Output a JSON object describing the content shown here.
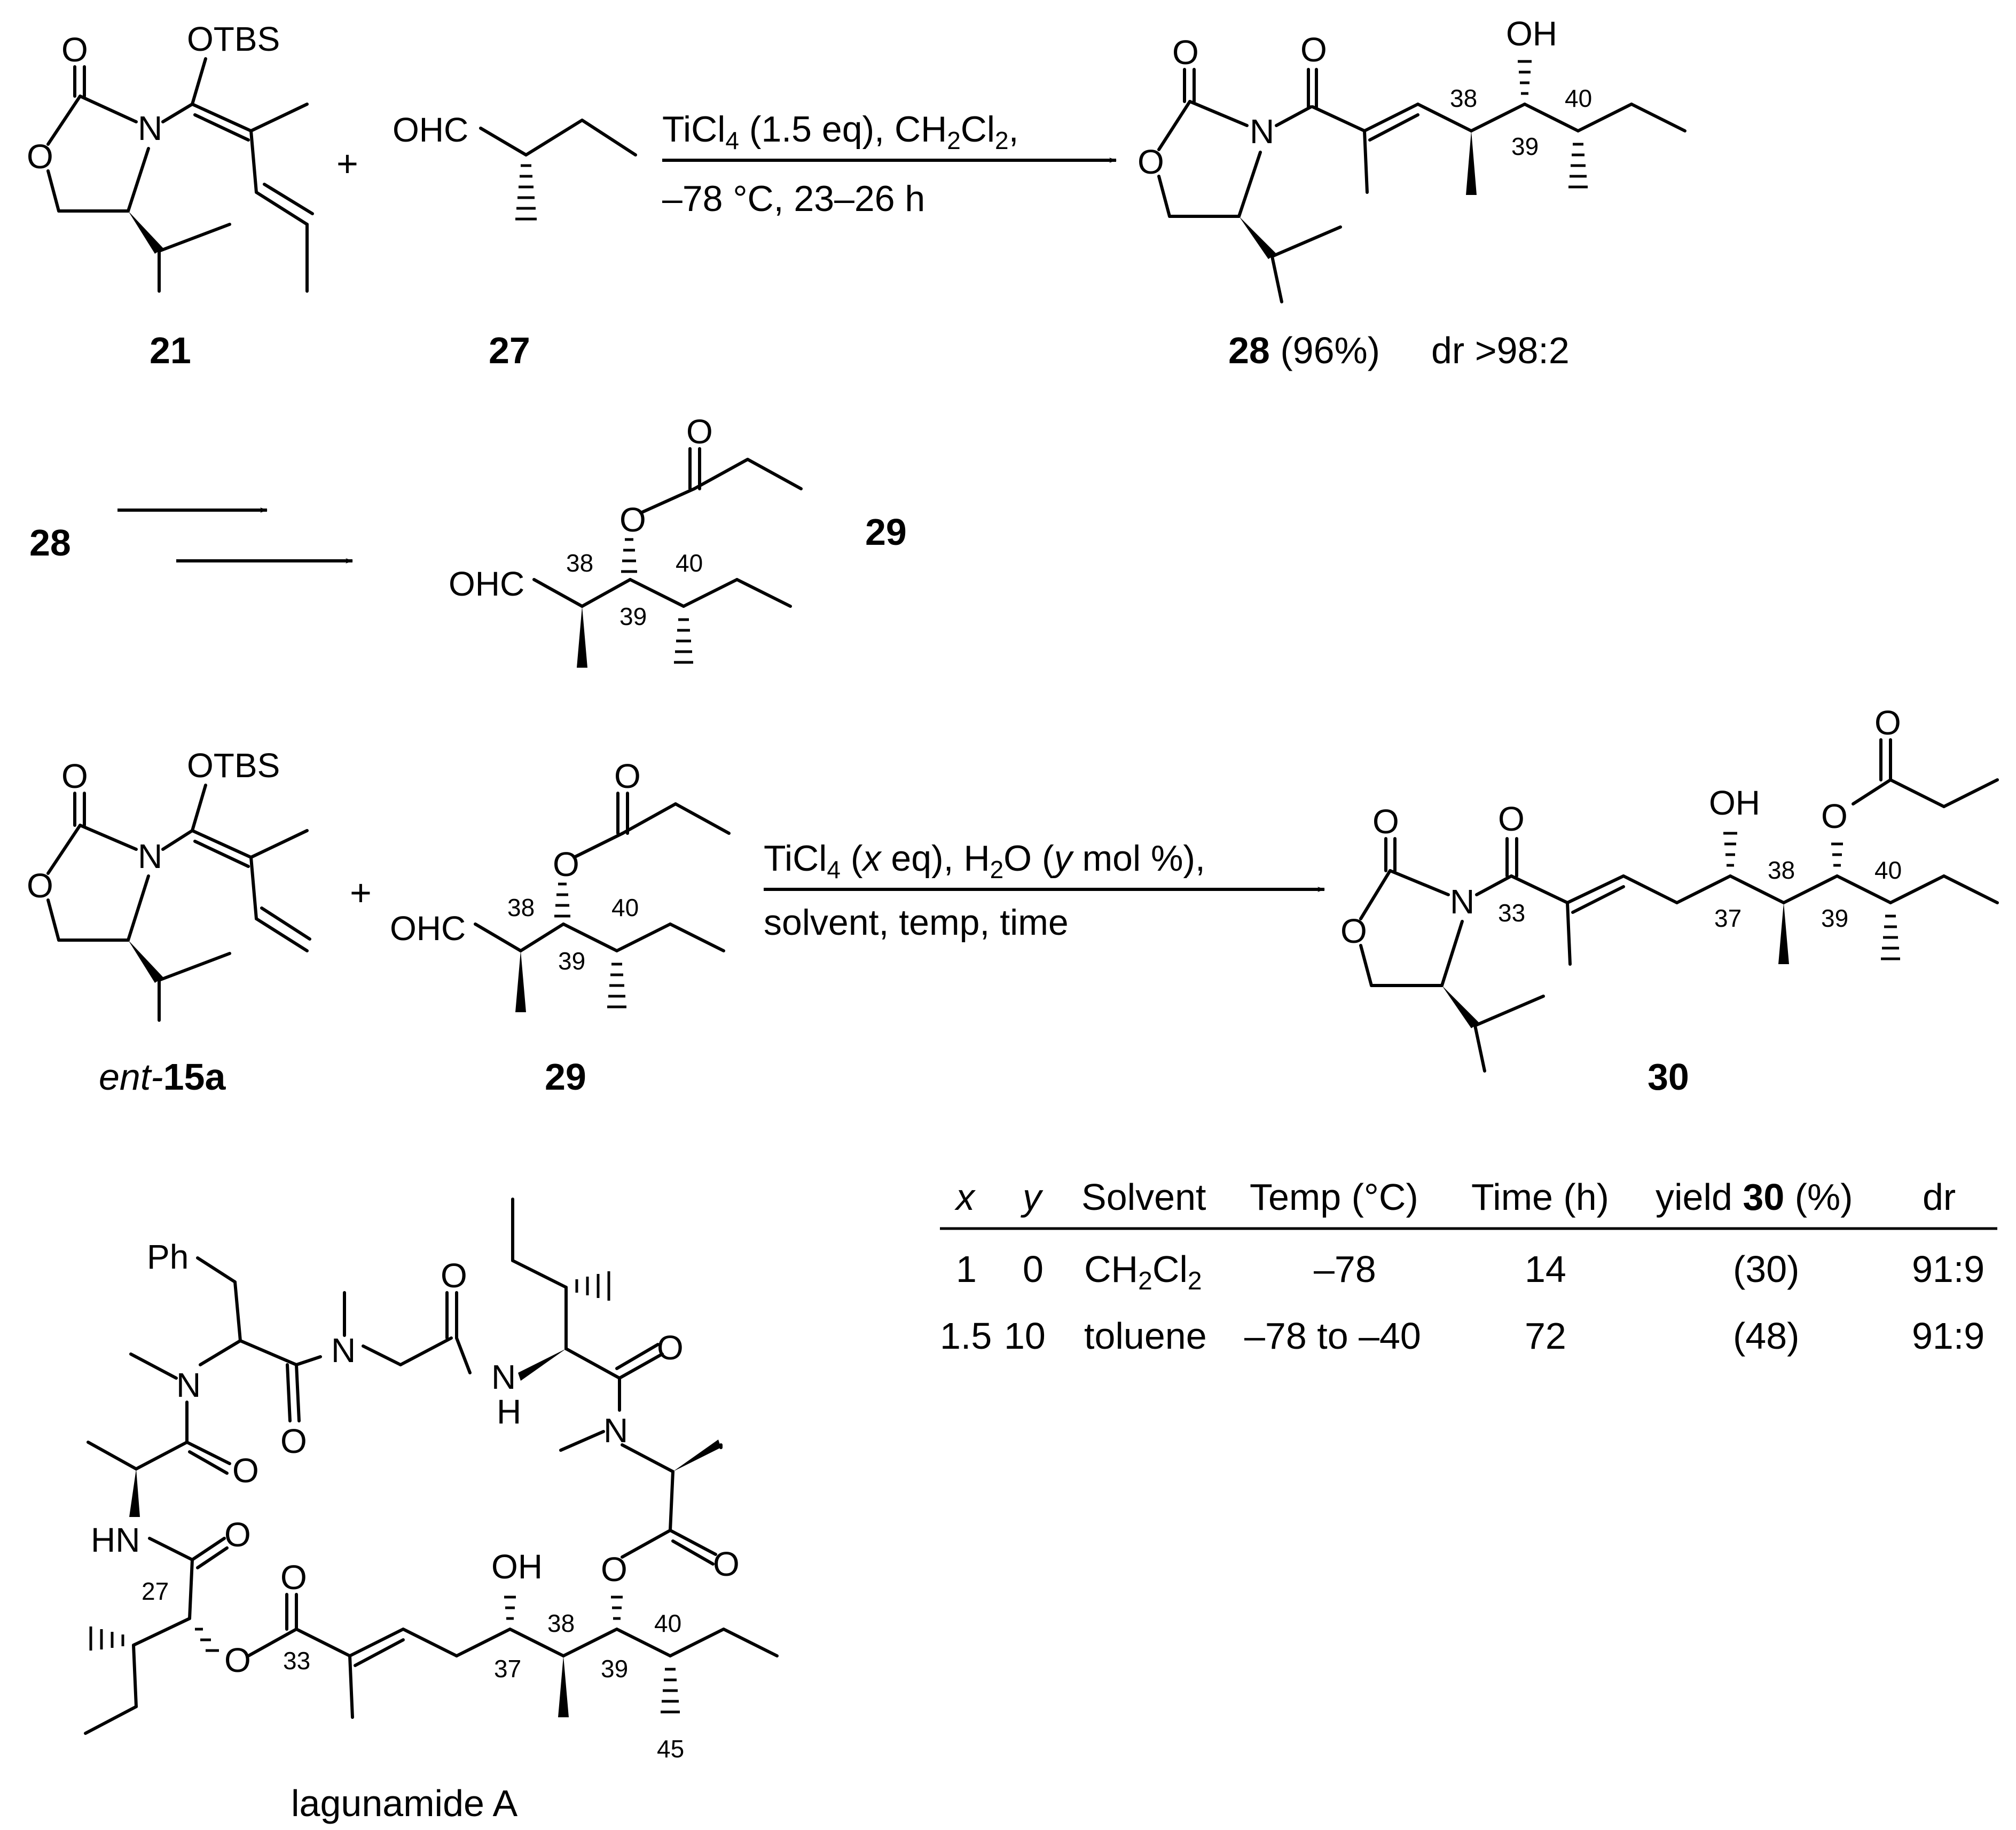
{
  "compounds": {
    "c21": {
      "label": "21",
      "otbs": "OTBS"
    },
    "c27": {
      "label": "27",
      "ohc": "OHC"
    },
    "c28": {
      "label": "28",
      "yield": "(96%)",
      "dr": "dr >98:2",
      "oh": "OH",
      "n38": "38",
      "n39": "39",
      "n40": "40"
    },
    "c29": {
      "label": "29",
      "ohc": "OHC",
      "n38": "38",
      "n39": "39",
      "n40": "40"
    },
    "ent15a": {
      "label_italic": "ent-",
      "label_bold": "15a",
      "otbs": "OTBS"
    },
    "c29b": {
      "label": "29",
      "ohc": "OHC",
      "n38": "38",
      "n39": "39",
      "n40": "40"
    },
    "c30": {
      "label": "30",
      "oh": "OH",
      "n33": "33",
      "n37": "37",
      "n38": "38",
      "n39": "39",
      "n40": "40"
    },
    "lagunamide": {
      "label": "lagunamide A",
      "ph": "Ph",
      "nh": "H",
      "hn": "HN",
      "oh": "OH",
      "n27": "27",
      "n33": "33",
      "n37": "37",
      "n38": "38",
      "n39": "39",
      "n40": "40",
      "n45": "45"
    }
  },
  "atoms": {
    "O": "O",
    "N": "N",
    "plus": "+"
  },
  "reaction1": {
    "line1_a": "TiCl",
    "line1_sub": "4",
    "line1_b": " (1.5 eq), CH",
    "line1_sub2": "2",
    "line1_c": "Cl",
    "line1_sub3": "2",
    "line1_d": ",",
    "line2": "–78 °C, 23–26 h"
  },
  "reaction2": {
    "line1_a": "TiCl",
    "line1_sub": "4",
    "line1_b": " (",
    "line1_x": "x",
    "line1_c": " eq), H",
    "line1_sub2": "2",
    "line1_d": "O (",
    "line1_y": "y",
    "line1_e": " mol %),",
    "line2": "solvent, temp, time"
  },
  "table": {
    "headers": {
      "x": "x",
      "y": "y",
      "solvent": "Solvent",
      "temp": "Temp (°C)",
      "time": "Time (h)",
      "yield_a": "yield ",
      "yield_b": "30",
      "yield_c": " (%)",
      "dr": "dr"
    },
    "rows": [
      {
        "x": "1",
        "y": "0",
        "solvent_a": "CH",
        "solvent_s1": "2",
        "solvent_b": "Cl",
        "solvent_s2": "2",
        "temp": "–78",
        "time": "14",
        "yield": "(30)",
        "dr": "91:9"
      },
      {
        "x": "1.5",
        "y": "10",
        "solvent": "toluene",
        "temp": "–78 to –40",
        "time": "72",
        "yield": "(48)",
        "dr": "91:9"
      }
    ]
  }
}
